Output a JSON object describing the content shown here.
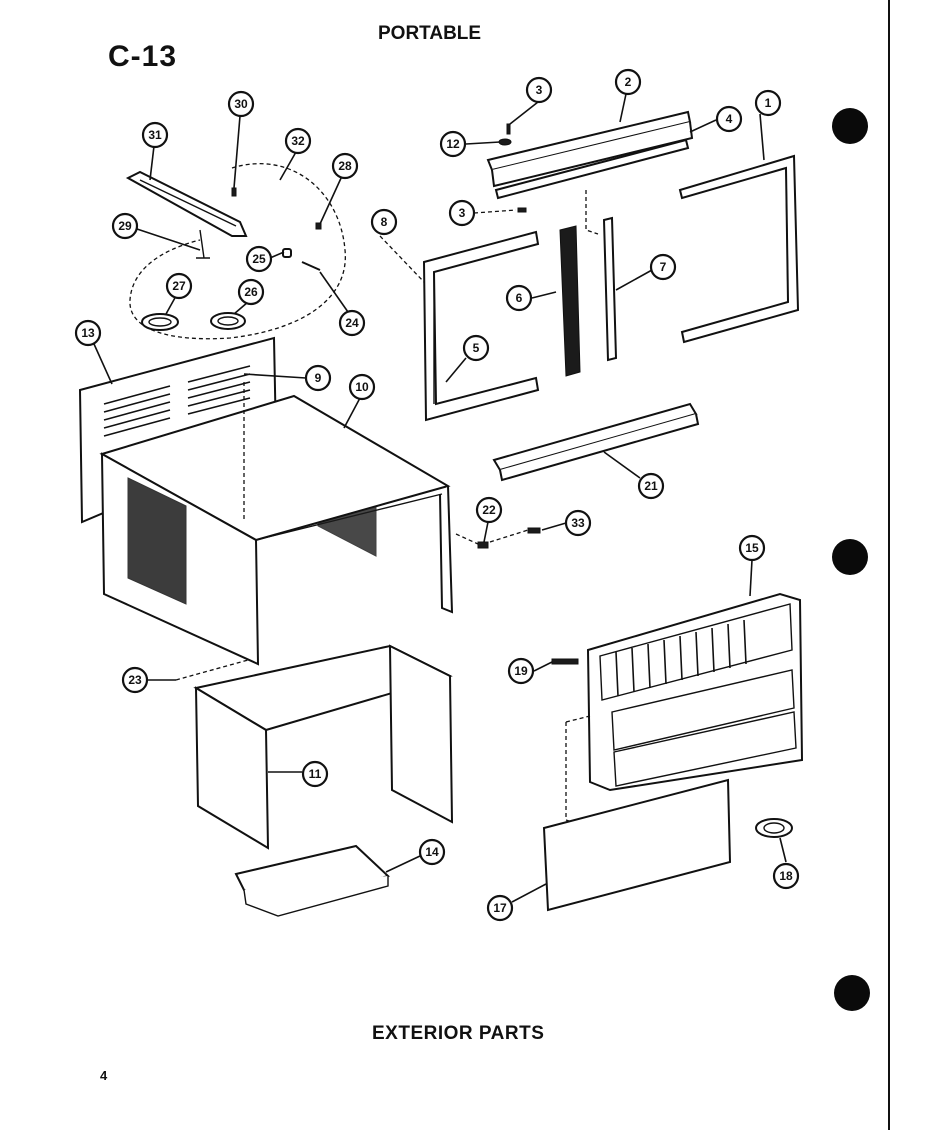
{
  "page": {
    "code": "C-13",
    "header": "PORTABLE",
    "caption": "EXTERIOR PARTS",
    "number": "4"
  },
  "callouts": [
    {
      "label": "1"
    },
    {
      "label": "2"
    },
    {
      "label": "3"
    },
    {
      "label": "4"
    },
    {
      "label": "12"
    },
    {
      "label": "3"
    },
    {
      "label": "7"
    },
    {
      "label": "6"
    },
    {
      "label": "5"
    },
    {
      "label": "8"
    },
    {
      "label": "30"
    },
    {
      "label": "31"
    },
    {
      "label": "32"
    },
    {
      "label": "28"
    },
    {
      "label": "29"
    },
    {
      "label": "25"
    },
    {
      "label": "27"
    },
    {
      "label": "26"
    },
    {
      "label": "24"
    },
    {
      "label": "13"
    },
    {
      "label": "9"
    },
    {
      "label": "10"
    },
    {
      "label": "21"
    },
    {
      "label": "22"
    },
    {
      "label": "33"
    },
    {
      "label": "15"
    },
    {
      "label": "19"
    },
    {
      "label": "23"
    },
    {
      "label": "11"
    },
    {
      "label": "14"
    },
    {
      "label": "17"
    },
    {
      "label": "18"
    }
  ]
}
